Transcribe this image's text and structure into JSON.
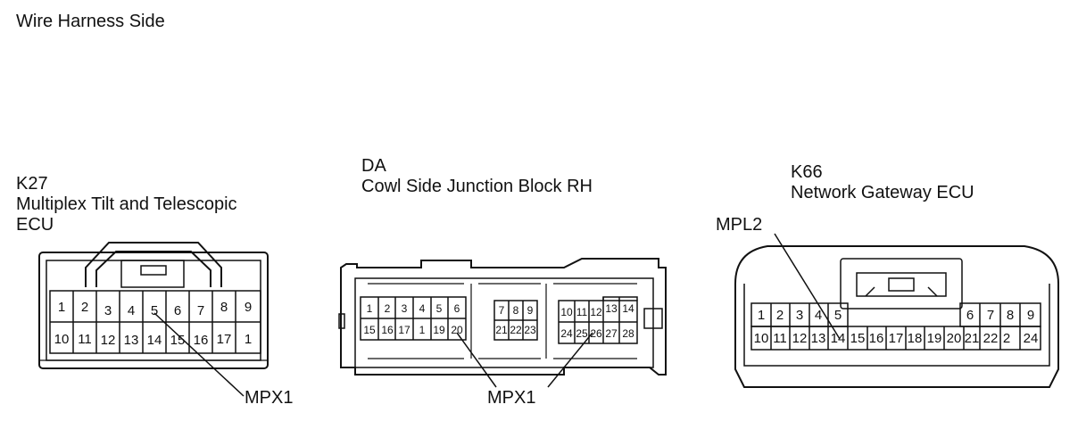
{
  "header": {
    "title": "Wire Harness Side"
  },
  "connectors": {
    "k27": {
      "code": "K27",
      "name_line1": "Multiplex Tilt and Telescopic",
      "name_line2": "ECU",
      "pins_row1": [
        "1",
        "2",
        "3",
        "4",
        "5",
        "6",
        "7",
        "8",
        "9"
      ],
      "pins_row2": [
        "10",
        "11",
        "12",
        "13",
        "14",
        "15",
        "16",
        "17",
        "1"
      ],
      "callout": "MPX1"
    },
    "da": {
      "code": "DA",
      "name": "Cowl Side Junction Block RH",
      "left_row1": [
        "1",
        "2",
        "3",
        "4",
        "5",
        "6"
      ],
      "left_row2": [
        "15",
        "16",
        "17",
        "1",
        "19",
        "20"
      ],
      "mid_row1": [
        "7",
        "8",
        "9"
      ],
      "mid_row2": [
        "21",
        "22",
        "23"
      ],
      "right_row1": [
        "10",
        "11",
        "12",
        "13",
        "14"
      ],
      "right_row2": [
        "24",
        "25",
        "26",
        "27",
        "28"
      ],
      "callout": "MPX1"
    },
    "k66": {
      "code": "K66",
      "name": "Network Gateway ECU",
      "pins_row1_left": [
        "1",
        "2",
        "3",
        "4",
        "5"
      ],
      "pins_row1_right": [
        "6",
        "7",
        "8",
        "9"
      ],
      "pins_row2": [
        "10",
        "11",
        "12",
        "13",
        "14",
        "15",
        "16",
        "17",
        "18",
        "19",
        "20",
        "21",
        "22",
        "2",
        "24"
      ],
      "callout": "MPL2"
    }
  }
}
